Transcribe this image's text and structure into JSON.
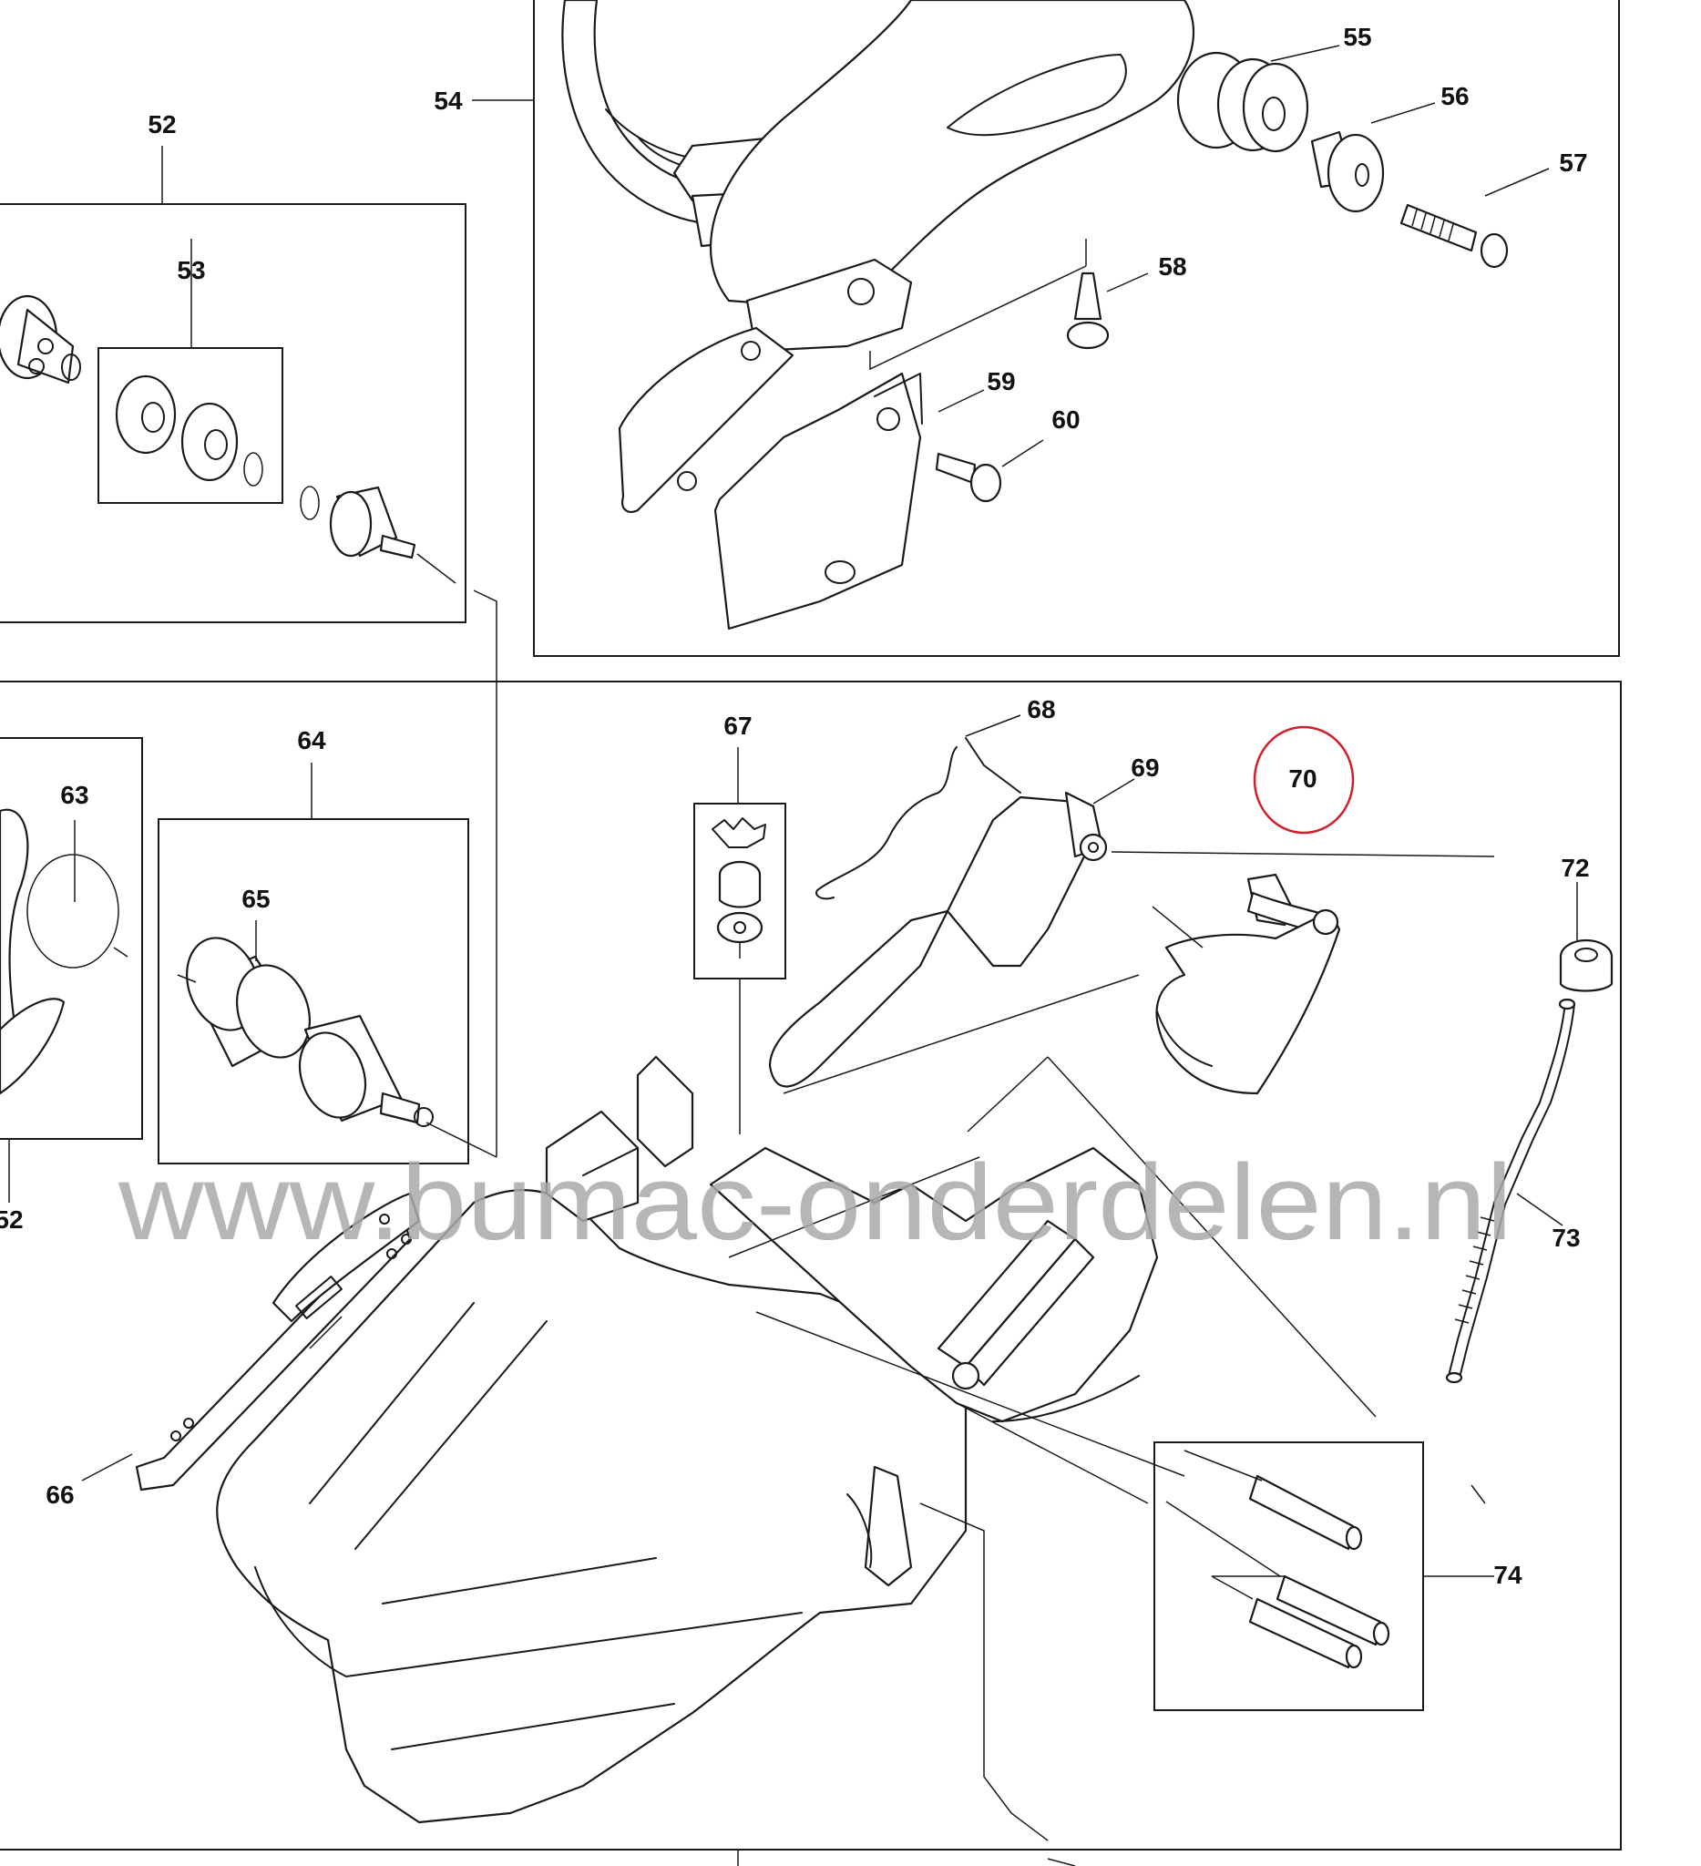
{
  "watermark": "www.bumac-onderdelen.nl",
  "highlight_color": "#d0202a",
  "labels": {
    "p52": "52",
    "p52b": "52",
    "p53": "53",
    "p54": "54",
    "p55": "55",
    "p56": "56",
    "p57": "57",
    "p58": "58",
    "p59": "59",
    "p60": "60",
    "p63": "63",
    "p64": "64",
    "p65": "65",
    "p66": "66",
    "p67": "67",
    "p68": "68",
    "p69": "69",
    "p70": "70",
    "p72": "72",
    "p73": "73",
    "p74": "74"
  }
}
